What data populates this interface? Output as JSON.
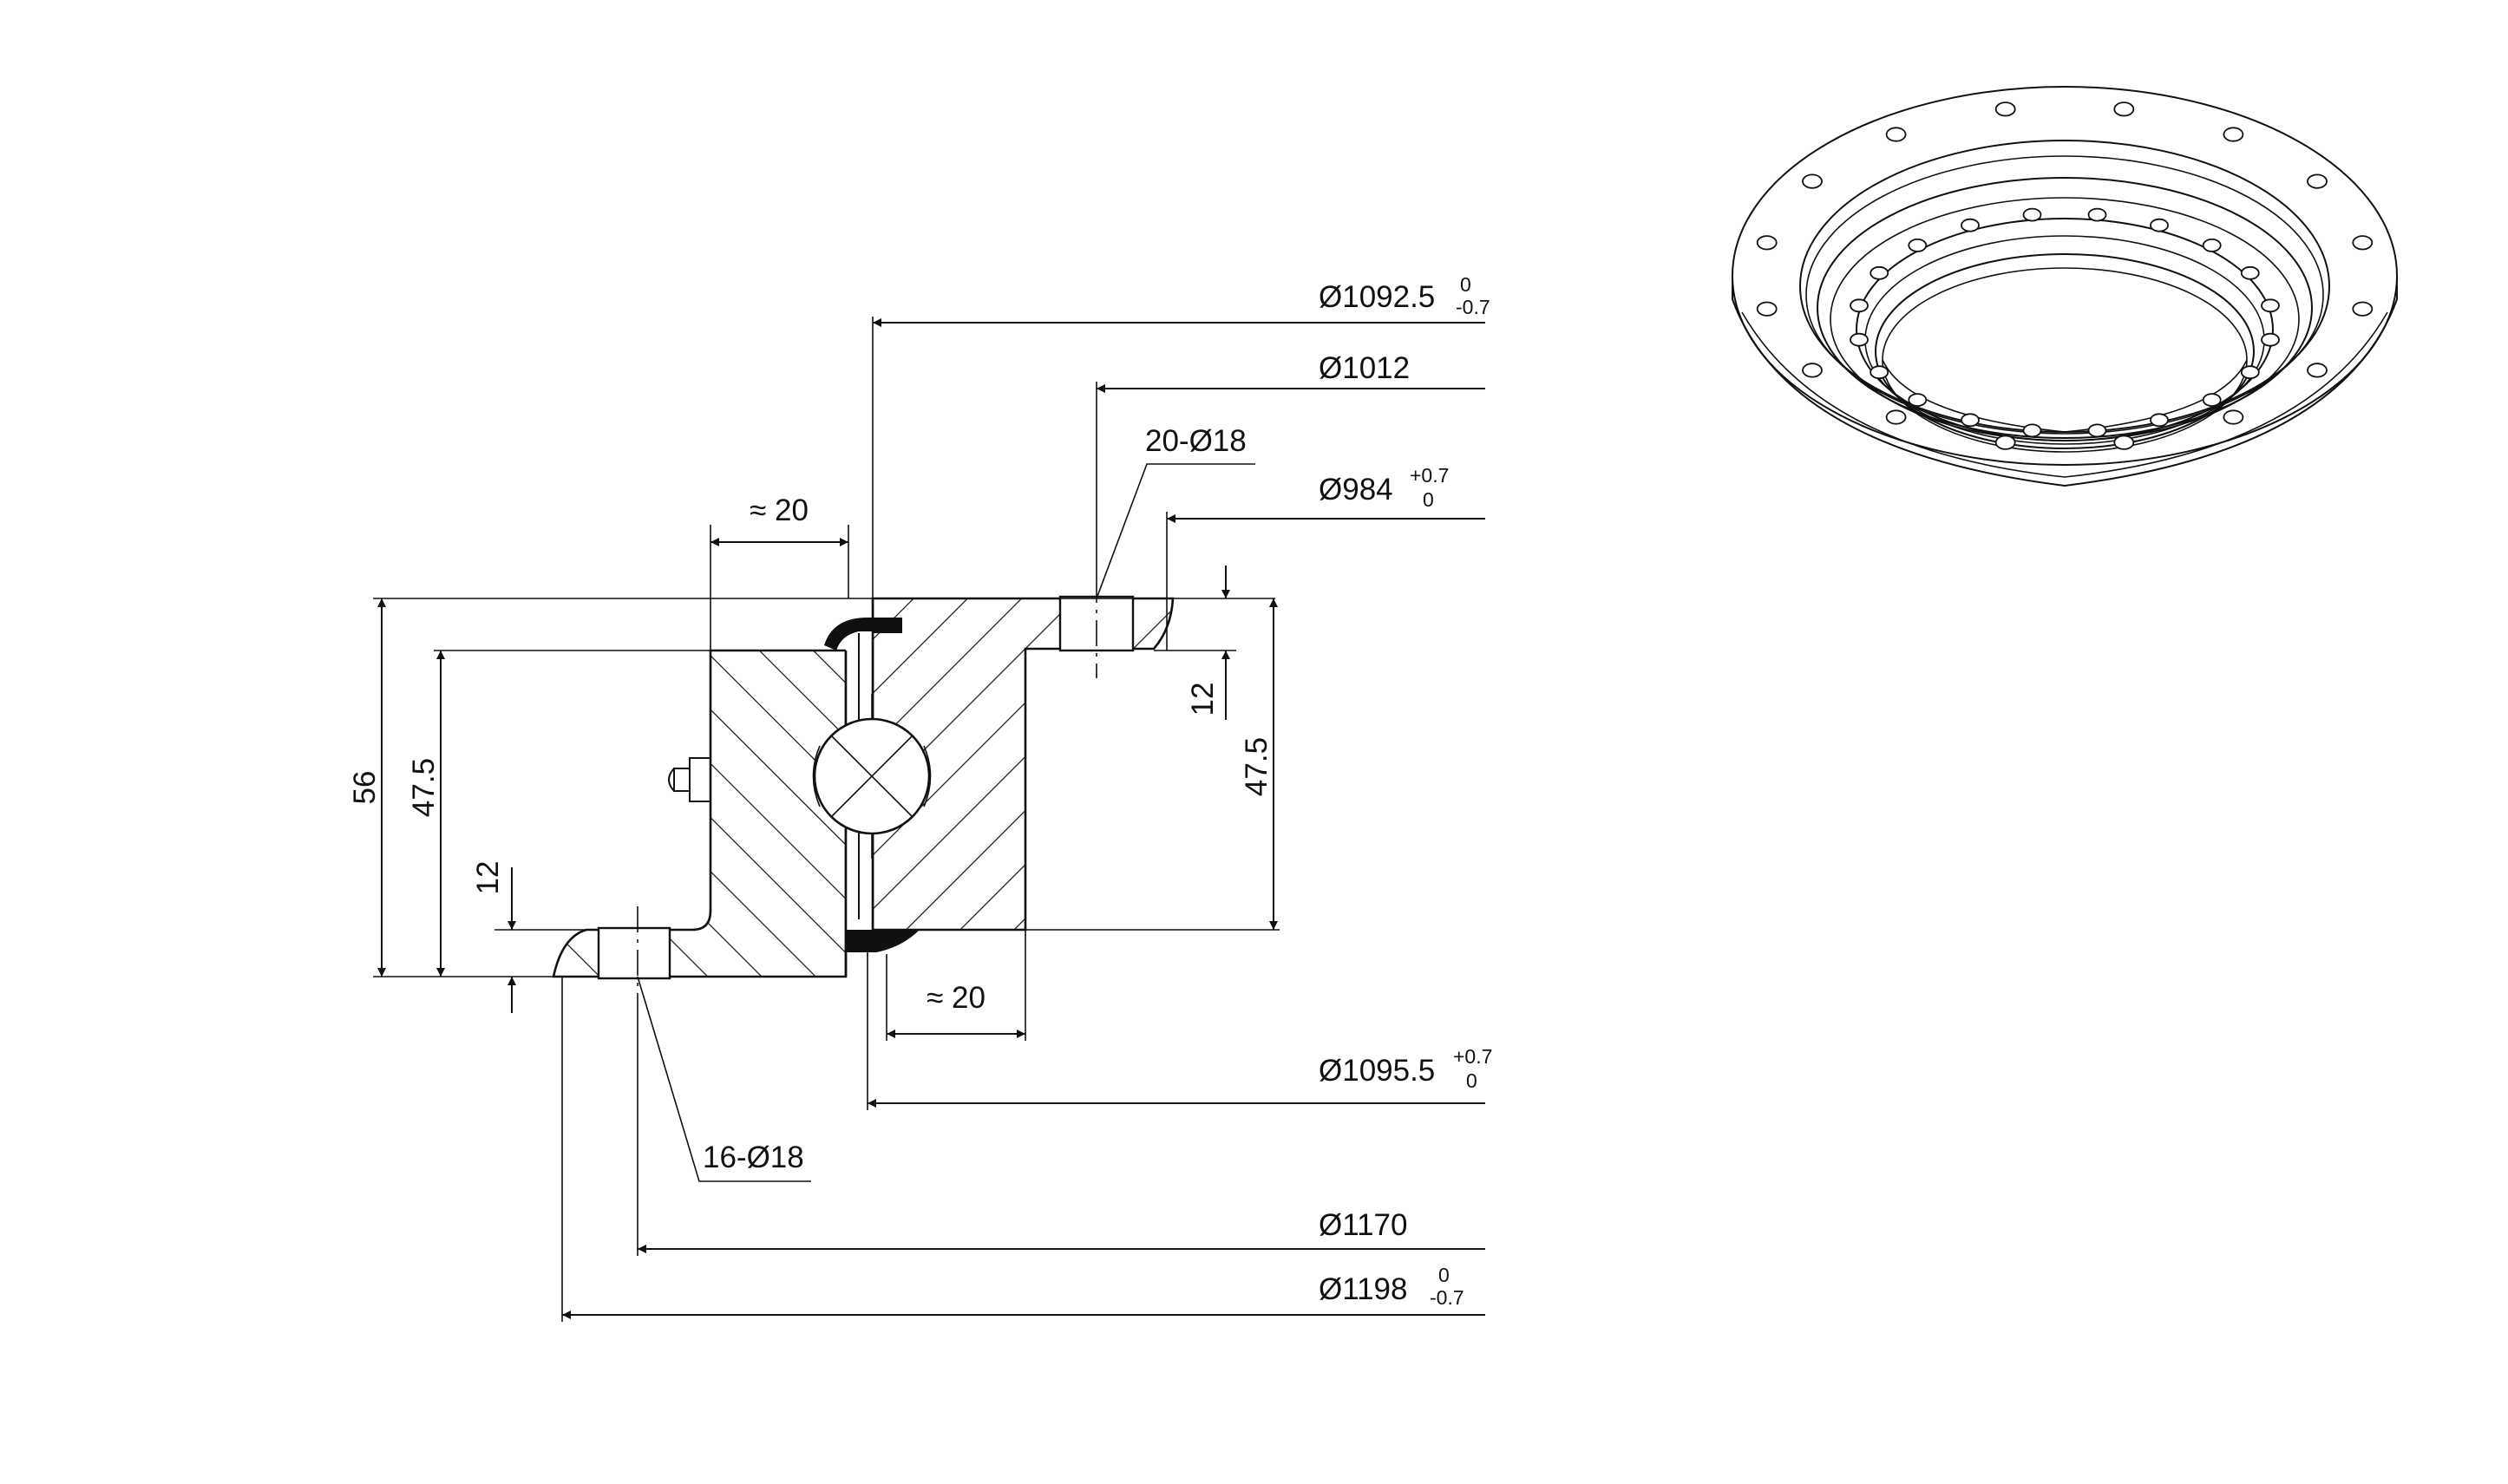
{
  "drawing": {
    "height_total": "56",
    "height_outer_ring": "47.5",
    "flange_outer_thk": "12",
    "height_inner_ring": "47.5",
    "flange_inner_thk": "12",
    "gap_top": "≈ 20",
    "gap_bottom": "≈ 20",
    "d_top_1": {
      "main": "Ø1092.5",
      "upper": "0",
      "lower": "-0.7"
    },
    "d_top_2": {
      "main": "Ø1012"
    },
    "holes_top": "20-Ø18",
    "d_top_3": {
      "main": "Ø984",
      "upper": "+0.7",
      "lower": "0"
    },
    "d_bot_1": {
      "main": "Ø1095.5",
      "upper": "+0.7",
      "lower": "0"
    },
    "holes_bottom": "16-Ø18",
    "d_bot_2": {
      "main": "Ø1170"
    },
    "d_bot_3": {
      "main": "Ø1198",
      "upper": "0",
      "lower": "-0.7"
    }
  },
  "colors": {
    "line": "#111111",
    "background": "#ffffff",
    "seal": "#111111"
  }
}
